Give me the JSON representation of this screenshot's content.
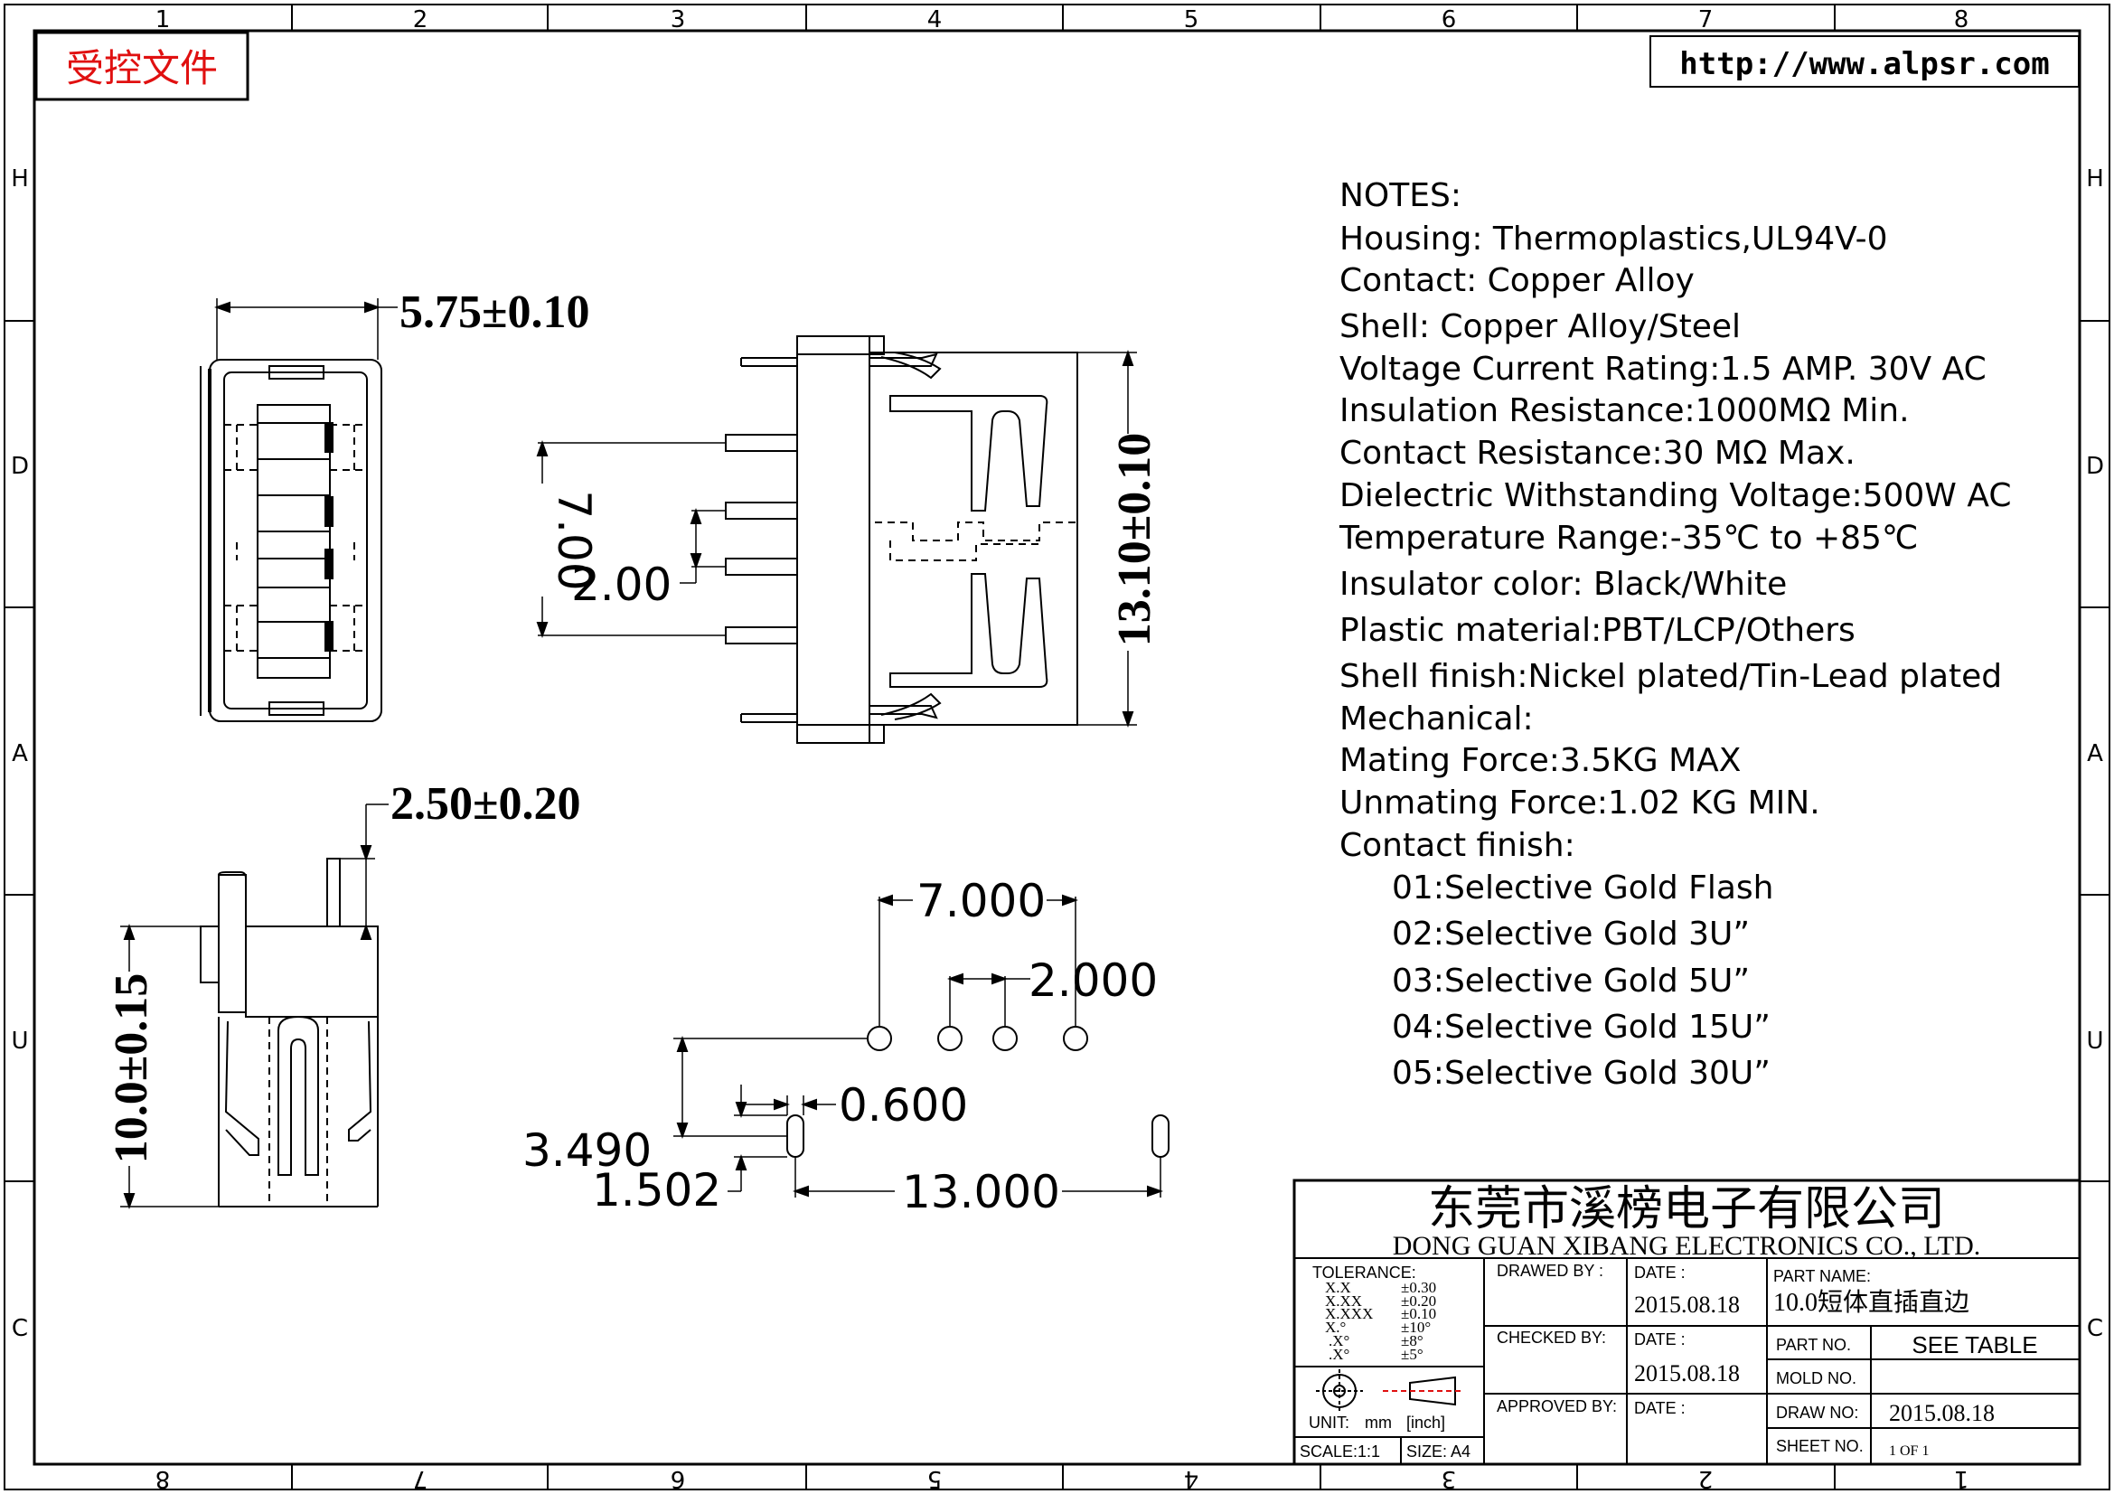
{
  "header": {
    "stamp": "受控文件",
    "url": "http://www.alpsr.com"
  },
  "border": {
    "columns_top": [
      "1",
      "2",
      "3",
      "4",
      "5",
      "6",
      "7",
      "8"
    ],
    "columns_bottom": [
      "8",
      "7",
      "6",
      "5",
      "4",
      "3",
      "2",
      "1"
    ],
    "rows": [
      "H",
      "D",
      "A",
      "U",
      "C"
    ]
  },
  "notes": {
    "heading": "NOTES:",
    "lines": [
      "Housing:  Thermoplastics,UL94V-0",
      "Contact:  Copper  Alloy",
      "Shell:  Copper  Alloy/Steel",
      "Voltage  Current  Rating:1.5  AMP.  30V  AC",
      "Insulation  Resistance:1000MΩ  Min.",
      "Contact  Resistance:30  MΩ  Max.",
      "Dielectric  Withstanding  Voltage:500W  AC",
      "Temperature  Range:-35℃  to  +85℃",
      "Insulator  color:  Black/White",
      "Plastic  material:PBT/LCP/Others",
      "Shell  finish:Nickel  plated/Tin-Lead  plated",
      "Mechanical:",
      "Mating  Force:3.5KG  MAX",
      "Unmating  Force:1.02  KG  MIN.",
      "Contact  finish:"
    ],
    "finishes": [
      "01:Selective  Gold  Flash",
      "02:Selective  Gold  3U”",
      "03:Selective  Gold  5U”",
      "04:Selective  Gold  15U”",
      "05:Selective  Gold  30U”"
    ]
  },
  "dimensions": {
    "front_width": "5.75±0.10",
    "side_offset": "2.50±0.20",
    "side_height": "10.0±0.15",
    "pin_span": "7.00",
    "pin_pitch": "2.00",
    "body_length": "13.10±0.10",
    "pcb_pin_span": "7.000",
    "pcb_pin_pitch": "2.000",
    "slot_width": "0.600",
    "row_offset": "3.490",
    "slot_length": "1.502",
    "slot_span": "13.000"
  },
  "title_block": {
    "company_cn": "东莞市溪榜电子有限公司",
    "company_en": "DONG  GUAN  XIBANG  ELECTRONICS  CO.,  LTD.",
    "tolerance_label": "TOLERANCE:",
    "tolerance_rows": [
      {
        "key": "X.X",
        "value": "±0.30"
      },
      {
        "key": "X.XX",
        "value": "±0.20"
      },
      {
        "key": "X.XXX",
        "value": "±0.10"
      },
      {
        "key": "X.°",
        "value": "±10°"
      },
      {
        "key": ".X°",
        "value": "±8°"
      },
      {
        "key": ".X°",
        "value": "±5°"
      }
    ],
    "unit_label": "UNIT:",
    "unit_value": "mm",
    "unit_alt": "[inch]",
    "scale": "SCALE:1:1",
    "size": "SIZE:  A4",
    "drawn_by_label": "DRAWED  BY :",
    "checked_by_label": "CHECKED  BY:",
    "approved_by_label": "APPROVED  BY:",
    "date_label_1": "DATE  :",
    "date_label_2": "DATE  :",
    "date_label_3": "DATE  :",
    "date_1": "2015.08.18",
    "date_2": "2015.08.18",
    "part_name_label": "PART  NAME:",
    "part_name": "10.0短体直插直边",
    "part_no_label": "PART  NO.",
    "part_no": "SEE  TABLE",
    "mold_no_label": "MOLD  NO.",
    "draw_no_label": "DRAW  NO:",
    "draw_no": "2015.08.18",
    "sheet_no_label": "SHEET  NO.",
    "sheet_no": "1  OF  1"
  }
}
